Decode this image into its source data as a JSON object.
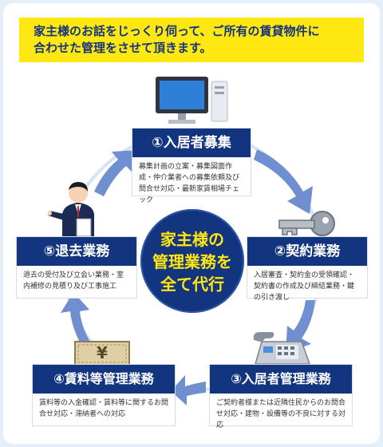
{
  "banner": {
    "line1": "家主様のお話をじっくり伺って、ご所有の賃貸物件に",
    "line2": "合わせた管理をさせて頂きます。"
  },
  "center": {
    "line1": "家主様の",
    "line2": "管理業務を",
    "line3": "全て代行"
  },
  "steps": [
    {
      "title": "①入居者募集",
      "desc": "募集計画の立案・募集図面作成・仲介業者への募集依頼及び問合せ対応・最新家賃相場チェック"
    },
    {
      "title": "②契約業務",
      "desc": "入居審査・契約金の受領確認・契約書の作成及び締結業務・鍵の引き渡し"
    },
    {
      "title": "③入居者管理業務",
      "desc": "ご契約者様または近隣住民からのお問合せ対応・建物・設備等の不良に対する対応"
    },
    {
      "title": "④賃料等管理業務",
      "desc": "賃料等の入金確認・賃料等に関するお問合せ対応・滞納者への対応"
    },
    {
      "title": "⑤退去業務",
      "desc": "退去の受付及び立会い業務・室内補修の見積り及び工事施工"
    }
  ],
  "icons": {
    "money": "¥"
  },
  "colors": {
    "navy": "#13347f",
    "yellow": "#ffe712",
    "arrow": "#6f8fd0",
    "background": "#e6eef9"
  }
}
